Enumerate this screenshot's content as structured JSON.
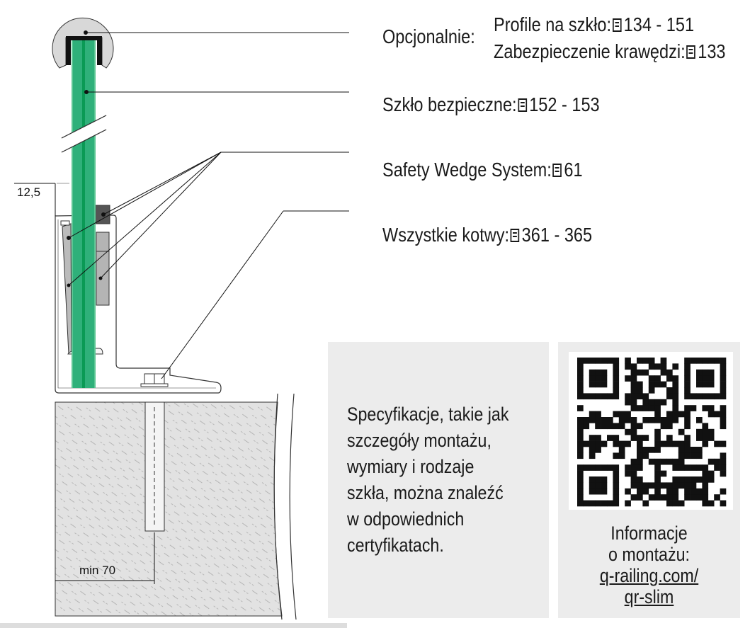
{
  "labels": {
    "optional_heading": "Opcjonalnie:",
    "profiles": {
      "text": "Profile na szkło:",
      "pages": "134 - 151"
    },
    "edge_protection": {
      "text": "Zabezpieczenie krawędzi:",
      "pages": "133"
    },
    "safety_glass": {
      "text": "Szkło bezpieczne:",
      "pages": "152 - 153"
    },
    "wedge_system": {
      "text": "Safety Wedge System:",
      "pages": "61"
    },
    "anchors": {
      "text": "Wszystkie kotwy:",
      "pages": "361 - 365"
    }
  },
  "dimensions": {
    "offset": "12,5",
    "min_depth": "min 70"
  },
  "spec_lines": [
    "Specyfikacje, takie jak",
    "szczegóły montażu,",
    "wymiary i rodzaje",
    "szkła, można znaleźć",
    "w odpowiednich",
    "certyfikatach."
  ],
  "qr": {
    "line1": "Informacje",
    "line2": "o montażu:",
    "link1": "q-railing.com/",
    "link2": "qr-slim"
  },
  "colors": {
    "glass": "#2fb07a",
    "glass_core": "#0a9a55",
    "panel": "#ececec",
    "concrete": "#e2e2e2"
  },
  "icons": {
    "page_ref": "document-icon"
  }
}
